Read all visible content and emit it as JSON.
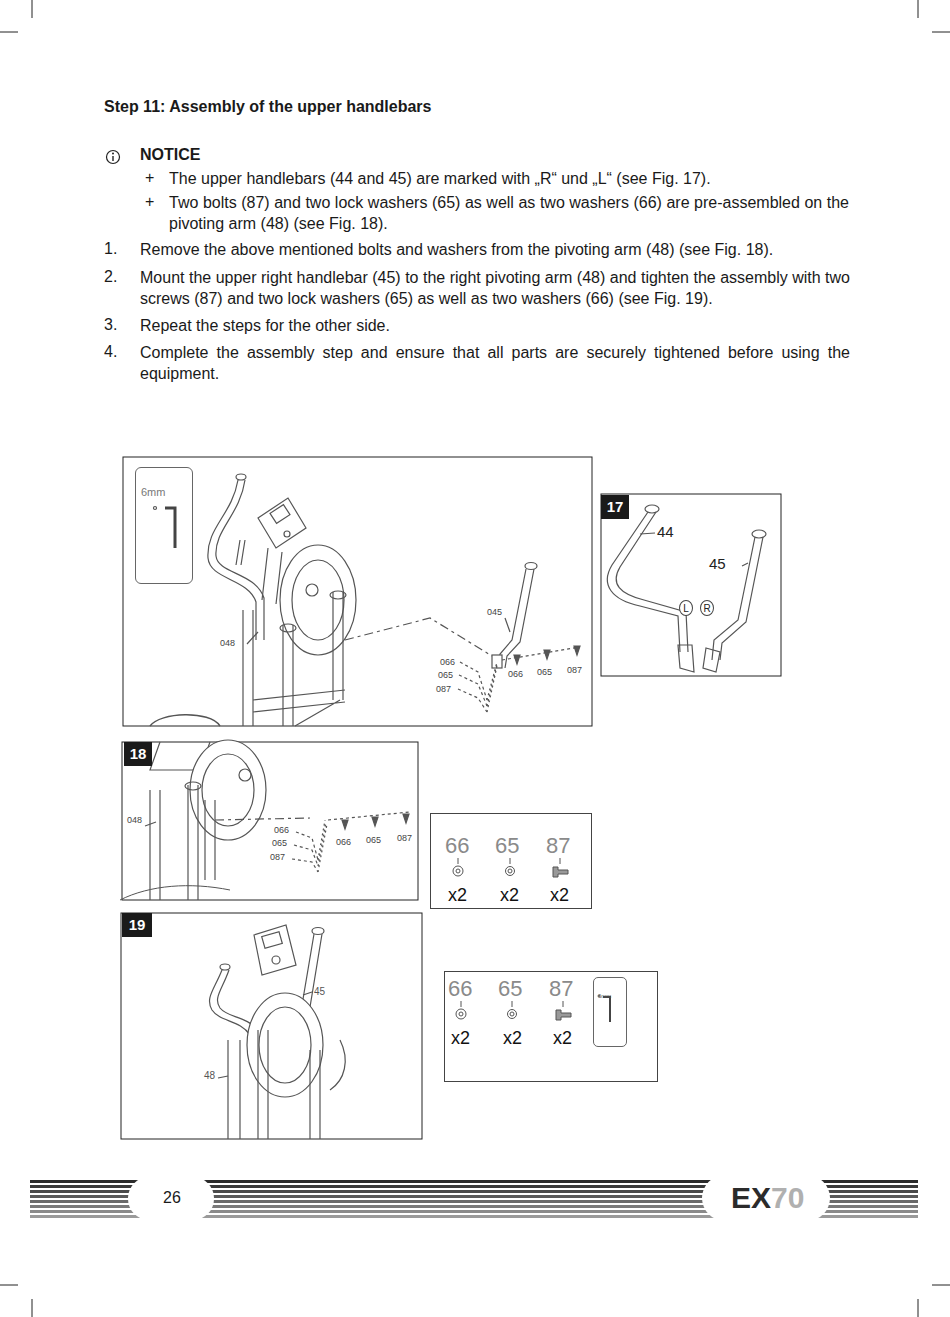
{
  "diagram": {
    "title": "Step 11: Assembly of the upper handlebars",
    "nodes": [
      {
        "text": [
          "6mm"
        ]
      },
      {
        "text": [
          "17"
        ]
      },
      {
        "text": [
          "L"
        ]
      },
      {
        "text": [
          "R"
        ]
      },
      {
        "text": [
          "18"
        ]
      },
      {
        "text": [
          "66",
          "65",
          "87",
          "x2",
          "x2",
          "x2"
        ]
      },
      {
        "text": [
          "19"
        ]
      },
      {
        "text": [
          "66",
          "65",
          "87",
          "x2",
          "x2",
          "x2"
        ]
      },
      {
        "text": [
          "6mm"
        ],
        "in": 7
      }
    ],
    "labels": [
      "NOTICE",
      "+",
      "The upper handlebars (44 and 45) are marked with „R“ und „L“ (see Fig. 17).",
      "+",
      "Two bolts (87) and two lock washers (65) as well as two washers (66) are pre-assembled on the pivoting arm (48) (see Fig. 18).",
      "1.",
      "Remove the above mentioned bolts and washers from the pivoting arm (48) (see Fig. 18).",
      "2.",
      "Mount the upper right handlebar (45) to the right pivoting arm (48) and tighten the assembly with two screws (87) and two lock washers (65) as well as two washers (66) (see Fig. 19).",
      "3.",
      "Repeat the steps for the other side.",
      "4.",
      "Complete the assembly step and ensure that all parts are securely tightened before using the equipment.",
      "048",
      "045",
      "066",
      "065",
      "087",
      "066",
      "065",
      "087",
      "44",
      "45",
      "048",
      "066",
      "065",
      "087",
      "066",
      "065",
      "087",
      "45",
      "48",
      "26",
      "EX",
      "70"
    ]
  }
}
